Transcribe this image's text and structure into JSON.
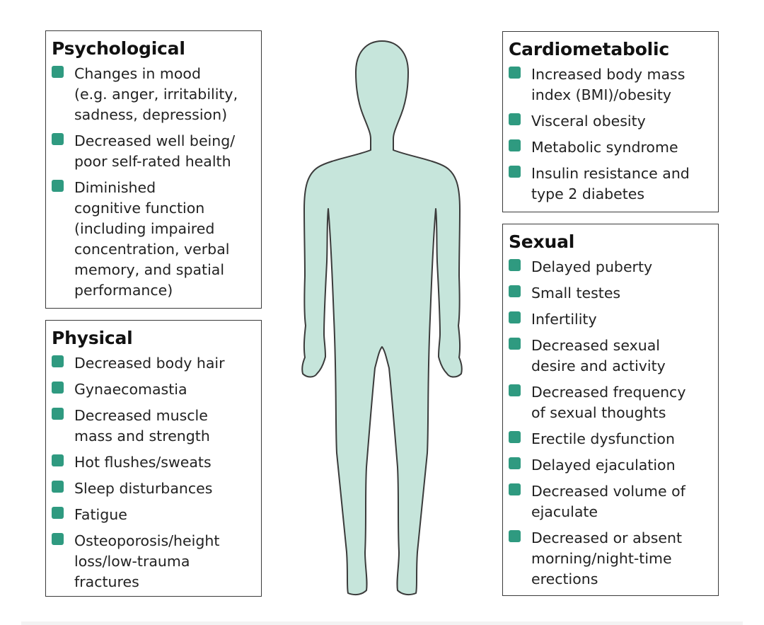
{
  "colors": {
    "bullet": "#2f9a80",
    "figure_fill": "#c6e5db",
    "figure_stroke": "#3b3b3b"
  },
  "icons": {
    "bullet": "teal-square-bullet-icon",
    "figure": "human-body-silhouette-icon"
  },
  "panels": {
    "psychological": {
      "title": "Psychological",
      "items": [
        "Changes in mood\n(e.g. anger, irritability,\nsadness, depression)",
        "Decreased well being/\npoor self-rated health",
        "Diminished\ncognitive function\n(including impaired\nconcentration, verbal\nmemory, and spatial\nperformance)"
      ]
    },
    "physical": {
      "title": "Physical",
      "items": [
        "Decreased body hair",
        "Gynaecomastia",
        "Decreased muscle\nmass and strength",
        "Hot flushes/sweats",
        "Sleep disturbances",
        "Fatigue",
        "Osteoporosis/height\nloss/low-trauma\nfractures"
      ]
    },
    "cardiometabolic": {
      "title": "Cardiometabolic",
      "items": [
        "Increased body mass\nindex (BMI)/obesity",
        "Visceral obesity",
        "Metabolic syndrome",
        "Insulin resistance and\ntype 2 diabetes"
      ]
    },
    "sexual": {
      "title": "Sexual",
      "items": [
        "Delayed puberty",
        "Small testes",
        "Infertility",
        "Decreased sexual\ndesire and activity",
        "Decreased frequency\nof sexual thoughts",
        "Erectile dysfunction",
        "Delayed ejaculation",
        "Decreased volume of\nejaculate",
        "Decreased or absent\nmorning/night-time\nerections"
      ]
    }
  }
}
